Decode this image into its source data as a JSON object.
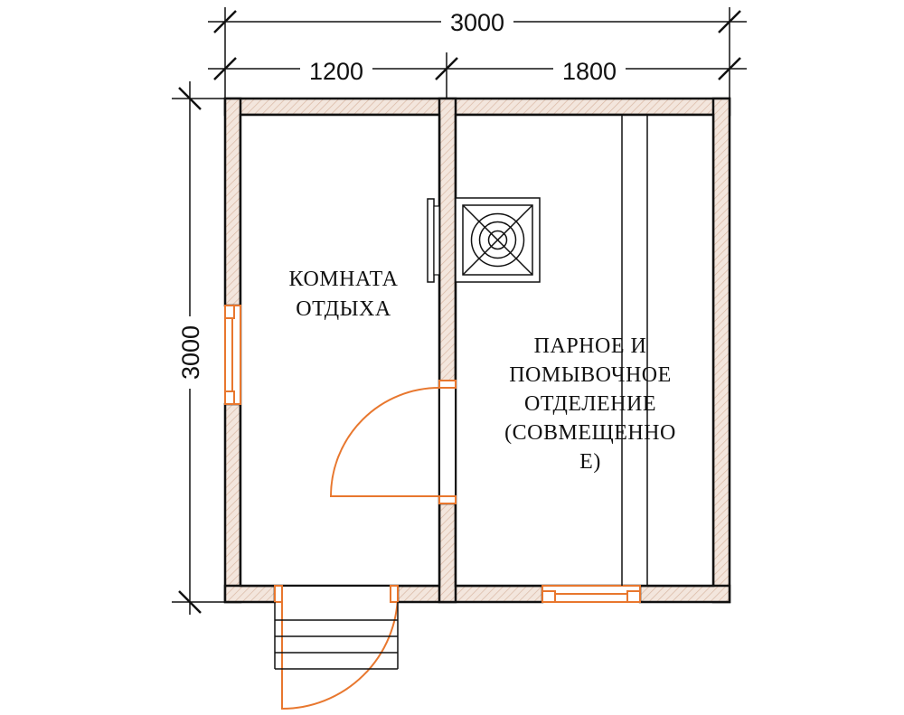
{
  "dimensions": {
    "overall_width": "3000",
    "left_part": "1200",
    "right_part": "1800",
    "overall_height": "3000"
  },
  "rooms": {
    "rest_room": [
      "КОМНАТА",
      "ОТДЫХА"
    ],
    "steam_room": [
      "ПАРНОЕ И",
      "ПОМЫВОЧНОЕ",
      "ОТДЕЛЕНИЕ",
      "(СОВМЕЩЕННО",
      "Е)"
    ]
  },
  "colors": {
    "wall_fill": "#f3e6dd",
    "hatch_line": "#d9b8a4",
    "opening_accent": "#e8772e",
    "line": "#111111"
  }
}
